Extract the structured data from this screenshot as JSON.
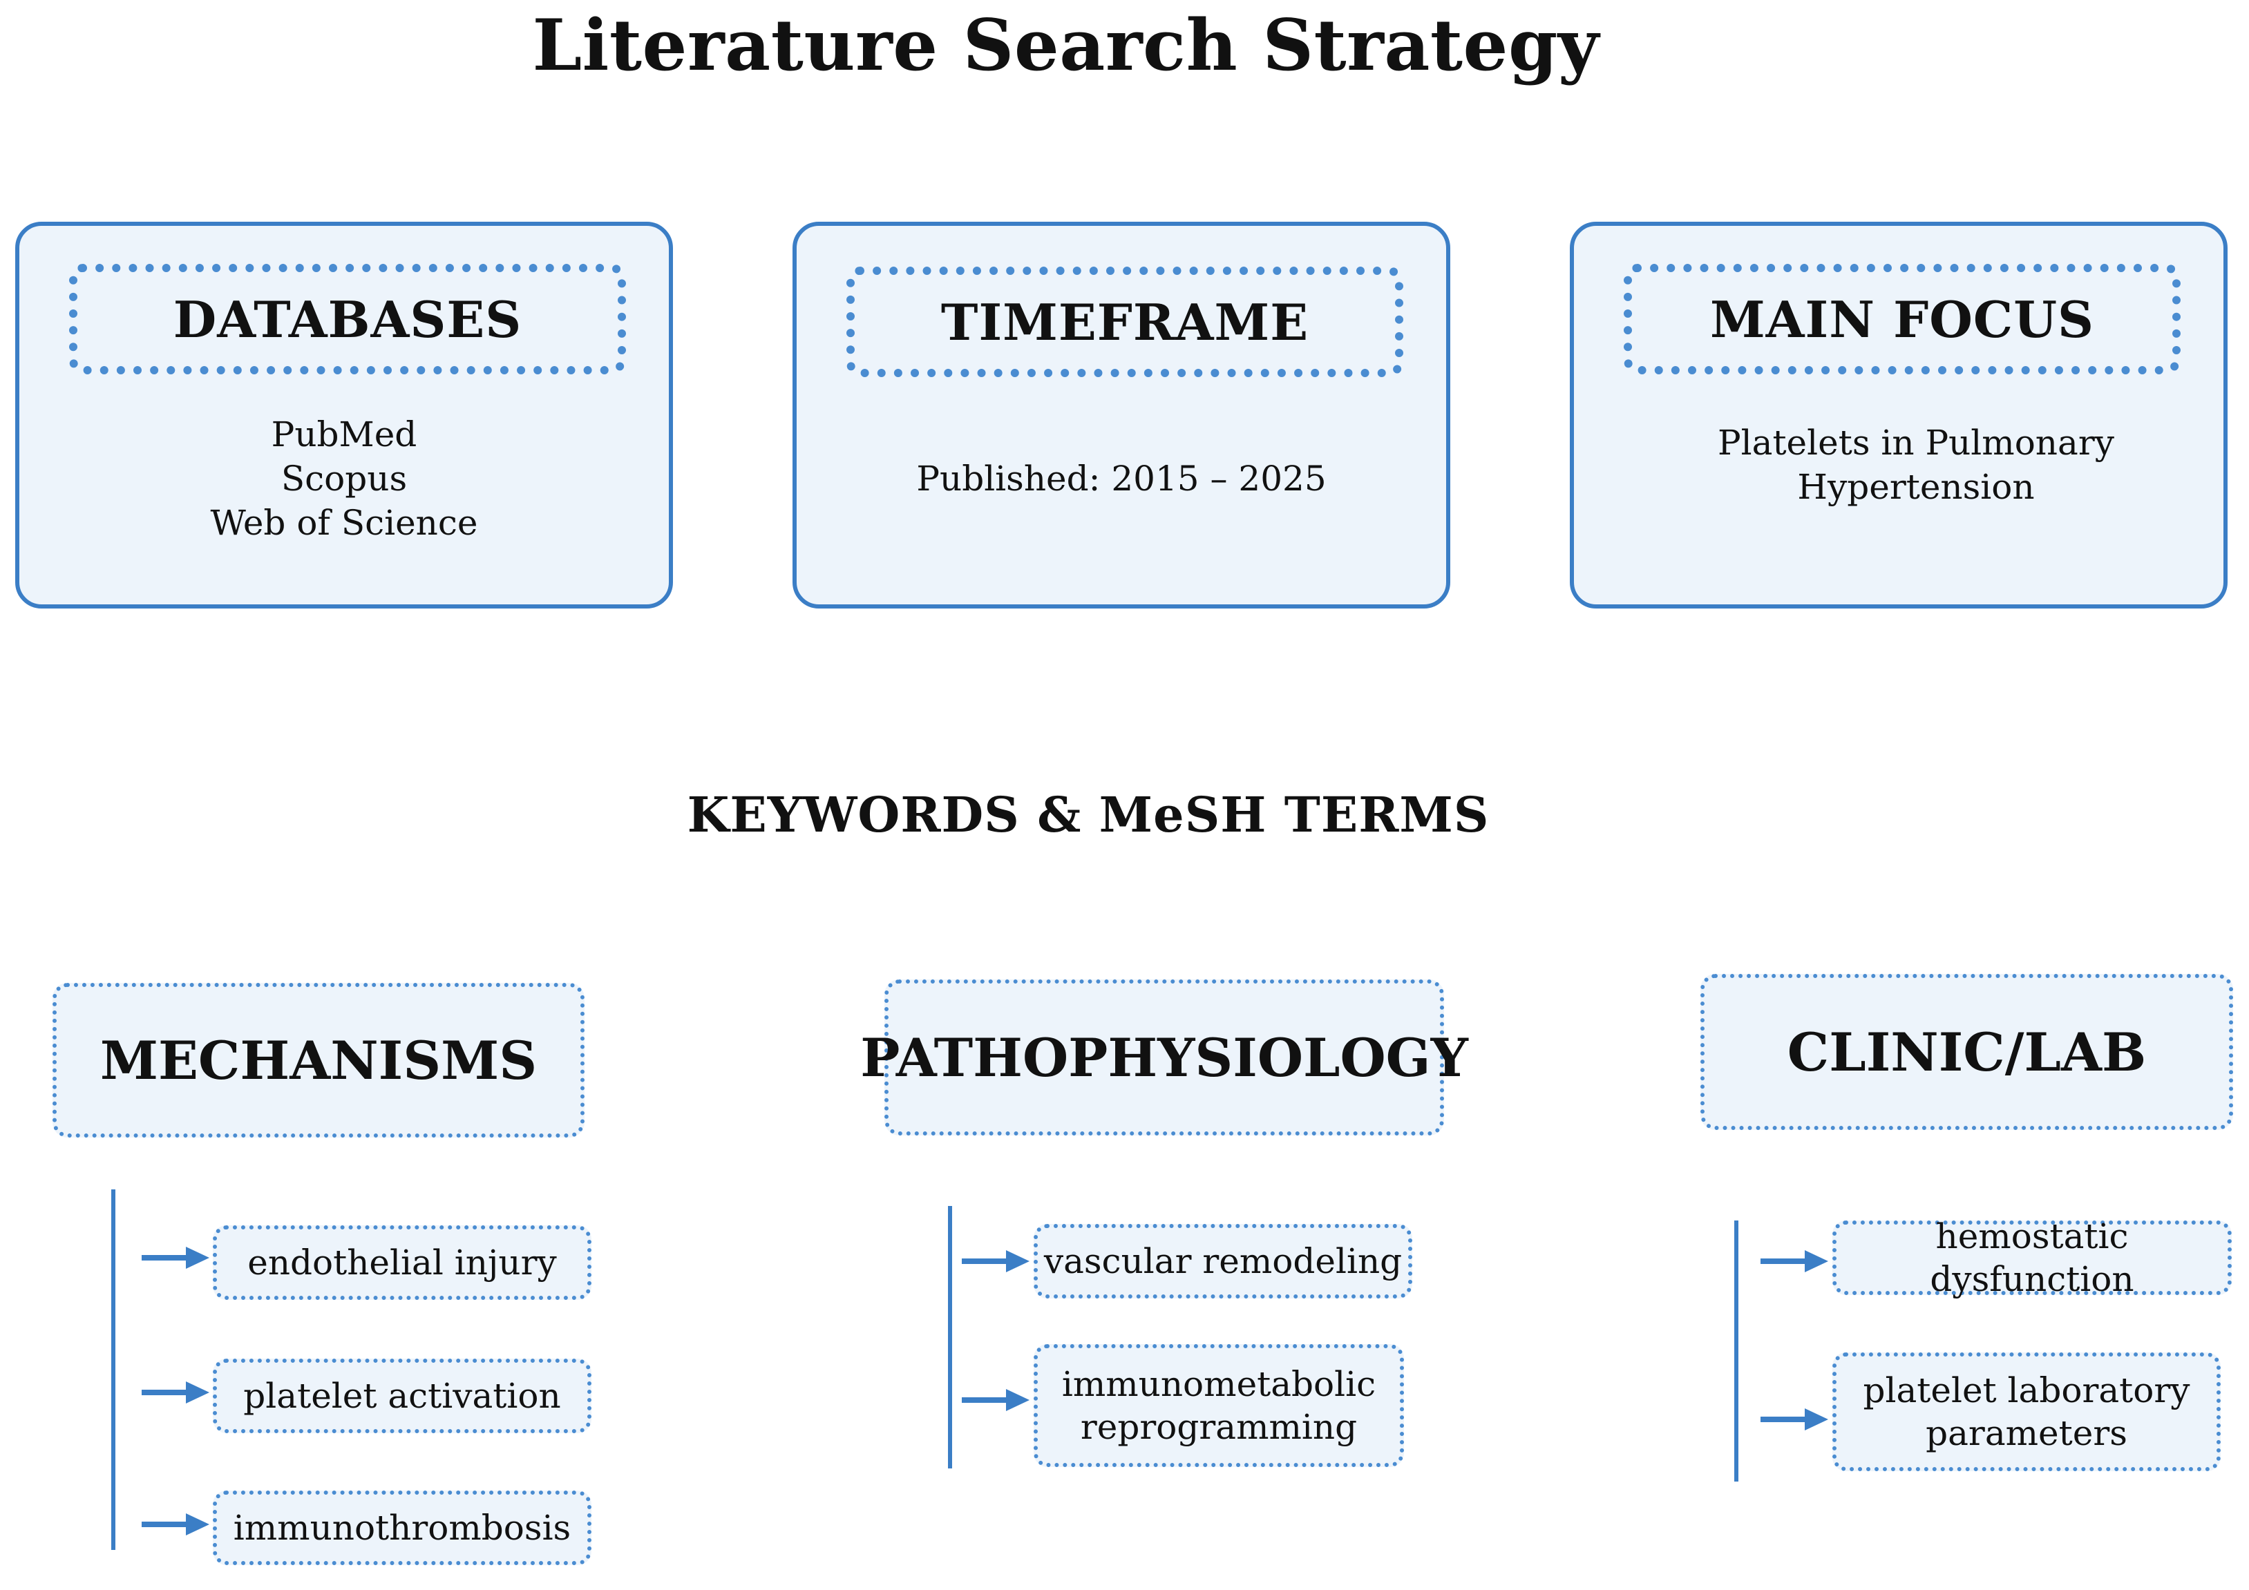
{
  "title": "Literature Search Strategy",
  "cards": {
    "databases": {
      "header": "DATABASES",
      "lines": [
        "PubMed",
        "Scopus",
        "Web of Science"
      ]
    },
    "timeframe": {
      "header": "TIMEFRAME",
      "lines": [
        "Published: 2015 – 2025"
      ]
    },
    "focus": {
      "header": "MAIN FOCUS",
      "lines": [
        "Platelets in Pulmonary",
        "Hypertension"
      ]
    }
  },
  "keywords_heading": "KEYWORDS & MeSH TERMS",
  "categories": {
    "mechanisms": {
      "label": "MECHANISMS",
      "items": [
        "endothelial injury",
        "platelet activation",
        "immunothrombosis"
      ]
    },
    "pathophysiology": {
      "label": "PATHOPHYSIOLOGY",
      "items": [
        "vascular remodeling",
        "immunometabolic\nreprogramming"
      ]
    },
    "clinic_lab": {
      "label": "CLINIC/LAB",
      "items": [
        "hemostatic dysfunction",
        "platelet laboratory\nparameters"
      ]
    }
  },
  "colors": {
    "border": "#3b7ec6",
    "fill": "#edf4fb"
  },
  "icons": {
    "connector": "right-arrow-icon"
  }
}
